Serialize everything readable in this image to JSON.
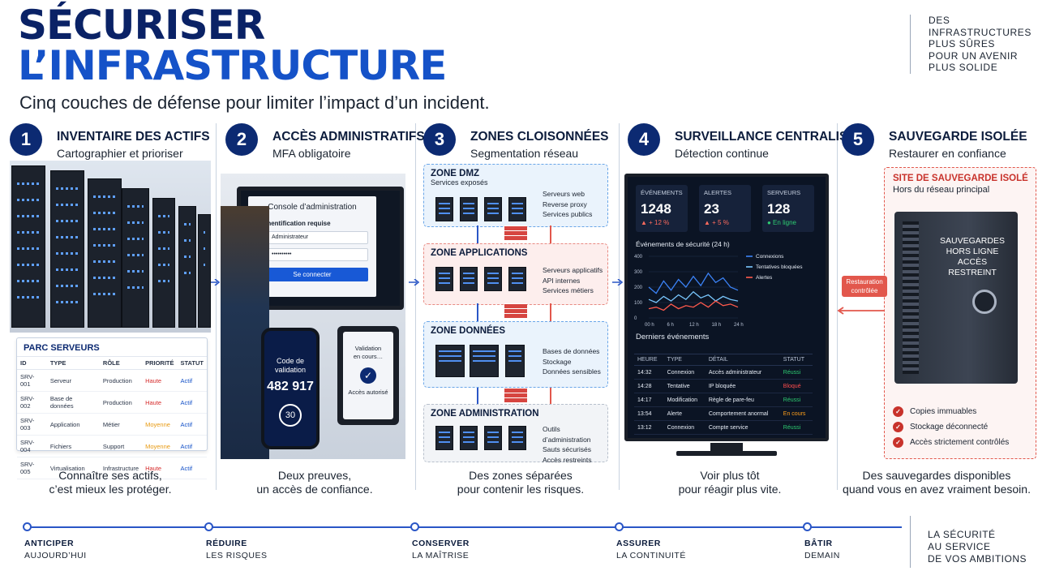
{
  "header": {
    "title_line1": "SÉCURISER",
    "title_line2": "L’INFRASTRUCTURE",
    "subtitle": "Cinq couches de défense pour limiter l’impact d’un incident.",
    "tagline": [
      "DES",
      "INFRASTRUCTURES",
      "PLUS SÛRES",
      "POUR UN AVENIR",
      "PLUS SOLIDE"
    ]
  },
  "steps": [
    {
      "number": "1",
      "title": "INVENTAIRE DES ACTIFS",
      "subtitle": "Cartographier et prioriser",
      "caption_l1": "Connaître ses actifs,",
      "caption_l2": "c’est mieux les protéger."
    },
    {
      "number": "2",
      "title": "ACCÈS ADMINISTRATIFS",
      "subtitle": "MFA obligatoire",
      "caption_l1": "Deux preuves,",
      "caption_l2": "un accès de confiance."
    },
    {
      "number": "3",
      "title": "ZONES CLOISONNÉES",
      "subtitle": "Segmentation réseau",
      "caption_l1": "Des zones séparées",
      "caption_l2": "pour contenir les risques."
    },
    {
      "number": "4",
      "title": "SURVEILLANCE CENTRALISÉE",
      "subtitle": "Détection continue",
      "caption_l1": "Voir plus tôt",
      "caption_l2": "pour réagir plus vite."
    },
    {
      "number": "5",
      "title": "SAUVEGARDE ISOLÉE",
      "subtitle": "Restaurer en confiance",
      "caption_l1": "Des sauvegardes disponibles",
      "caption_l2": "quand vous en avez vraiment besoin."
    }
  ],
  "inventory": {
    "title": "PARC SERVEURS",
    "columns": [
      "ID",
      "TYPE",
      "RÔLE",
      "PRIORITÉ",
      "STATUT"
    ],
    "rows": [
      [
        "SRV-001",
        "Serveur",
        "Production",
        "Haute",
        "Actif"
      ],
      [
        "SRV-002",
        "Base de données",
        "Production",
        "Haute",
        "Actif"
      ],
      [
        "SRV-003",
        "Application",
        "Métier",
        "Moyenne",
        "Actif"
      ],
      [
        "SRV-004",
        "Fichiers",
        "Support",
        "Moyenne",
        "Actif"
      ],
      [
        "SRV-005",
        "Virtualisation",
        "Infrastructure",
        "Haute",
        "Actif"
      ]
    ],
    "priority_colors": {
      "Haute": "#d62d2d",
      "Moyenne": "#e89a12"
    }
  },
  "admin_access": {
    "console_title": "Console d’administration",
    "auth_label": "Authentification requise",
    "user_value": "Administrateur",
    "password_value": "••••••••••",
    "connect_button": "Se connecter",
    "phone_label_l1": "Code de",
    "phone_label_l2": "validation",
    "phone_code": "482 917",
    "phone_timer": "30",
    "tablet_l1": "Validation",
    "tablet_l2": "en cours…",
    "tablet_status": "Accès autorisé"
  },
  "zones": [
    {
      "title": "ZONE DMZ",
      "subtitle": "Services exposés",
      "items": [
        "Serveurs web",
        "Reverse proxy",
        "Services publics"
      ]
    },
    {
      "title": "ZONE APPLICATIONS",
      "subtitle": "",
      "items": [
        "Serveurs applicatifs",
        "API internes",
        "Services métiers"
      ]
    },
    {
      "title": "ZONE DONNÉES",
      "subtitle": "",
      "items": [
        "Bases de données",
        "Stockage",
        "Données sensibles"
      ]
    },
    {
      "title": "ZONE ADMINISTRATION",
      "subtitle": "",
      "items": [
        "Outils d’administration",
        "Sauts sécurisés",
        "Accès restreints"
      ]
    }
  ],
  "monitoring": {
    "kpis": [
      {
        "label": "ÉVÉNEMENTS",
        "value": "1248",
        "delta": "▲ + 12 %"
      },
      {
        "label": "ALERTES",
        "value": "23",
        "delta": "▲ + 5 %"
      },
      {
        "label": "SERVEURS",
        "value": "128",
        "delta": "● En ligne"
      }
    ],
    "chart_title": "Événements de sécurité (24 h)",
    "legend": [
      "Connexions",
      "Tentatives bloquées",
      "Alertes"
    ],
    "x_ticks": [
      "00 h",
      "6 h",
      "12 h",
      "18 h",
      "24 h"
    ],
    "y_ticks": [
      "400",
      "300",
      "200",
      "100",
      "0"
    ],
    "events_title": "Derniers événements",
    "columns": [
      "HEURE",
      "TYPE",
      "DÉTAIL",
      "STATUT"
    ],
    "events": [
      [
        "14:32",
        "Connexion",
        "Accès administrateur",
        "Réussi"
      ],
      [
        "14:28",
        "Tentative",
        "IP bloquée",
        "Bloqué"
      ],
      [
        "14:17",
        "Modification",
        "Règle de pare-feu",
        "Réussi"
      ],
      [
        "13:54",
        "Alerte",
        "Comportement anormal",
        "En cours"
      ],
      [
        "13:12",
        "Connexion",
        "Compte service",
        "Réussi"
      ]
    ],
    "status_colors": {
      "Réussi": "#2ecc71",
      "Bloqué": "#ff4d4d",
      "En cours": "#ff9f1a"
    }
  },
  "chart_data": {
    "type": "line",
    "title": "Événements de sécurité (24 h)",
    "x": [
      0,
      2,
      4,
      6,
      8,
      10,
      12,
      14,
      16,
      18,
      20,
      22,
      24
    ],
    "ylim": [
      0,
      400
    ],
    "series": [
      {
        "name": "Connexions",
        "values": [
          200,
          160,
          240,
          180,
          250,
          200,
          270,
          210,
          290,
          230,
          260,
          200,
          180
        ],
        "color": "#3b82f6"
      },
      {
        "name": "Tentatives bloquées",
        "values": [
          120,
          100,
          140,
          110,
          150,
          120,
          170,
          130,
          150,
          110,
          140,
          120,
          110
        ],
        "color": "#7ac8ff"
      },
      {
        "name": "Alertes",
        "values": [
          60,
          70,
          50,
          90,
          60,
          80,
          70,
          100,
          70,
          110,
          80,
          90,
          70
        ],
        "color": "#ff5a4d"
      }
    ]
  },
  "backup": {
    "title": "SITE DE SAUVEGARDE ISOLÉ",
    "subtitle": "Hors du réseau principal",
    "safe_l1": "SAUVEGARDES",
    "safe_l2": "HORS LIGNE",
    "safe_l3": "ACCÈS RESTREINT",
    "restore_l1": "Restauration",
    "restore_l2": "contrôlée",
    "items": [
      "Copies immuables",
      "Stockage déconnecté",
      "Accès strictement contrôlés"
    ]
  },
  "timeline": [
    {
      "a": "ANTICIPER",
      "b": "AUJOURD’HUI"
    },
    {
      "a": "RÉDUIRE",
      "b": "LES RISQUES"
    },
    {
      "a": "CONSERVER",
      "b": "LA MAÎTRISE"
    },
    {
      "a": "ASSURER",
      "b": "LA CONTINUITÉ"
    },
    {
      "a": "BÂTIR",
      "b": "DEMAIN"
    }
  ],
  "footer_tagline": [
    "LA SÉCURITÉ",
    "AU SERVICE",
    "DE VOS AMBITIONS"
  ],
  "colors": {
    "navy": "#0c2a72",
    "accent_blue": "#1552c8",
    "red": "#e2574c"
  }
}
